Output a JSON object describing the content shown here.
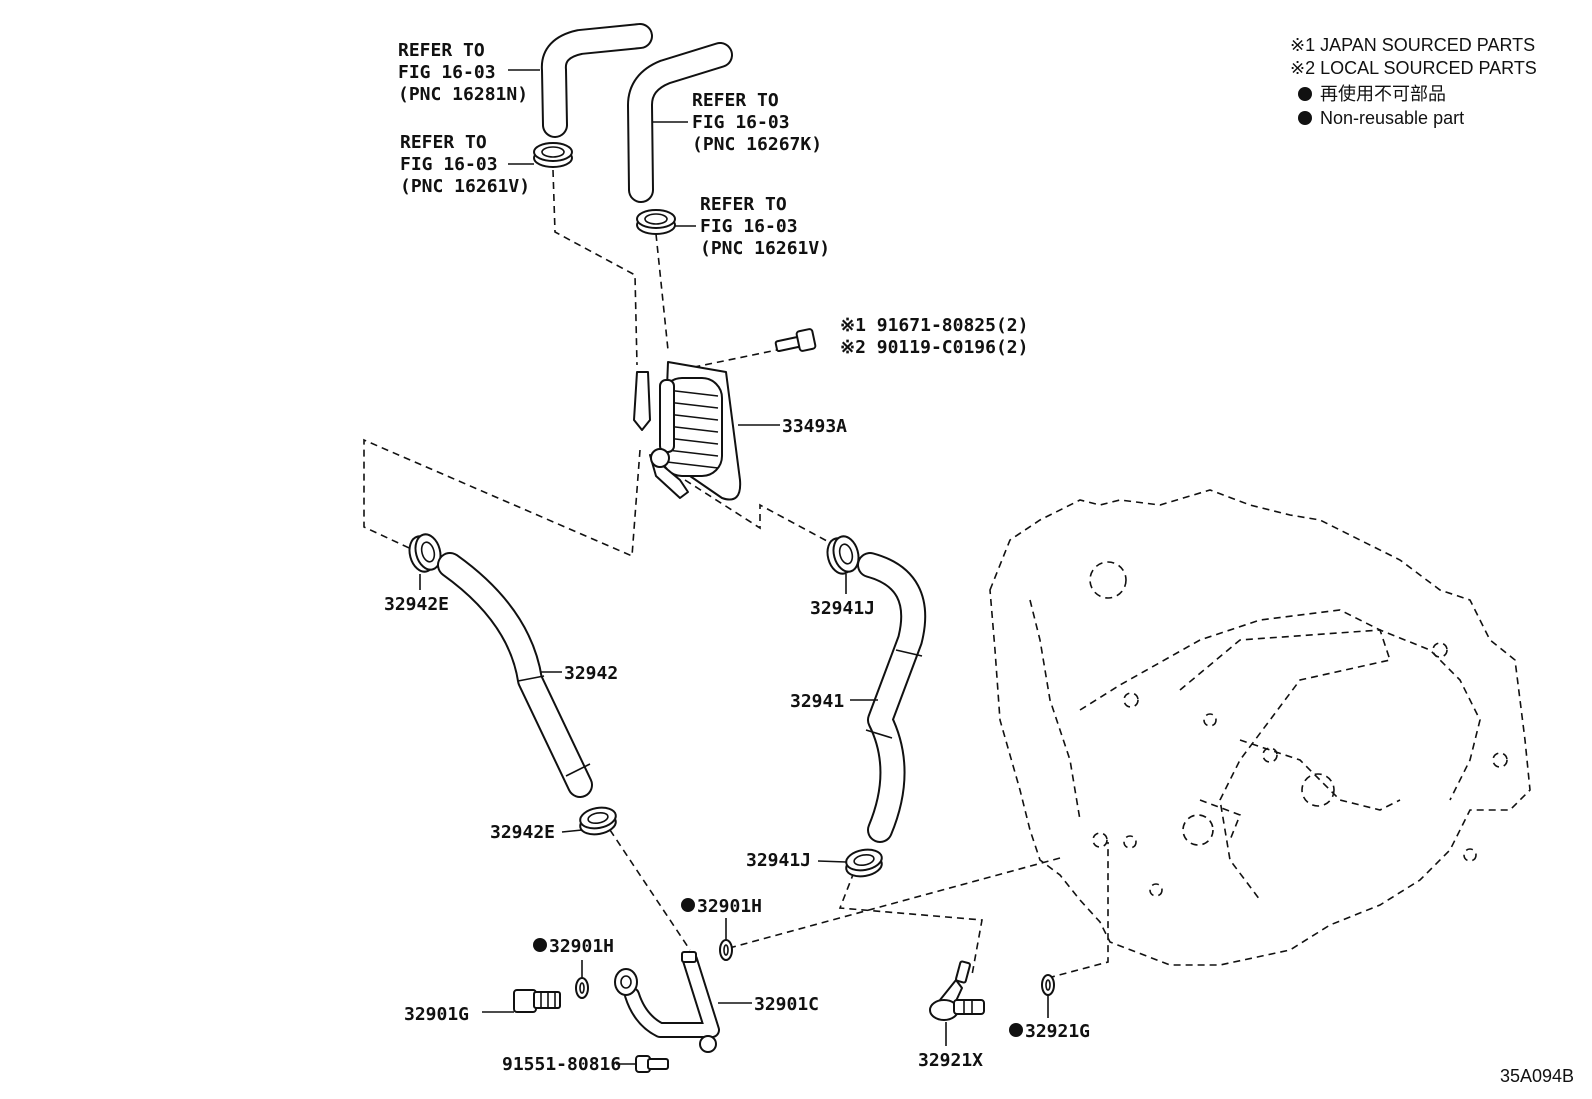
{
  "legend": {
    "line1": "※1 JAPAN SOURCED PARTS",
    "line2": "※2 LOCAL SOURCED PARTS",
    "line3": "再使用不可部品",
    "line4": "Non-reusable part"
  },
  "refs": {
    "r1": {
      "a": "REFER TO",
      "b": "FIG 16-03",
      "c": "(PNC 16281N)"
    },
    "r2": {
      "a": "REFER TO",
      "b": "FIG 16-03",
      "c": "(PNC 16267K)"
    },
    "r3": {
      "a": "REFER TO",
      "b": "FIG 16-03",
      "c": "(PNC 16261V)"
    },
    "r4": {
      "a": "REFER TO",
      "b": "FIG 16-03",
      "c": "(PNC 16261V)"
    }
  },
  "parts": {
    "bolt_japan": "※1 91671-80825(2)",
    "bolt_local": "※2 90119-C0196(2)",
    "cooler": "33493A",
    "clamp_upper_left": "32942E",
    "hose_left": "32942",
    "clamp_lower_left": "32942E",
    "clamp_upper_right": "32941J",
    "hose_right": "32941",
    "clamp_lower_right": "32941J",
    "gasket_upper": "32901H",
    "gasket_lower": "32901H",
    "union_bolt": "32901G",
    "tube": "32901C",
    "tube_bolt": "91551-80816",
    "elbow": "32921X",
    "oring": "32921G"
  },
  "illustration_code": "35A094B"
}
